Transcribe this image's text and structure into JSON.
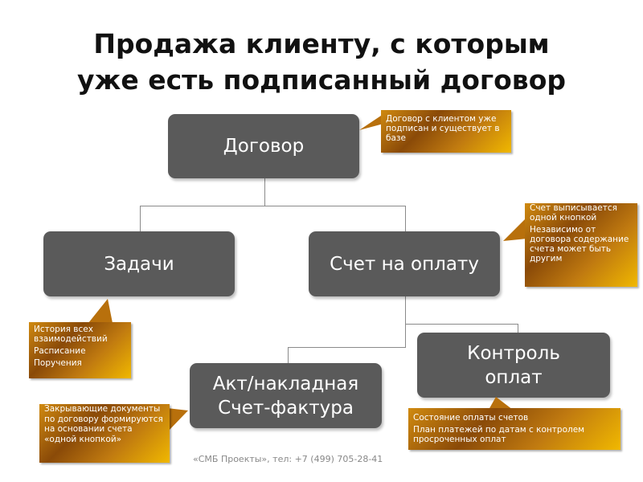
{
  "title": {
    "line1": "Продажа клиенту, с которым",
    "line2": "уже есть подписанный договор"
  },
  "boxes": {
    "contract": "Договор",
    "tasks": "Задачи",
    "invoice": "Счет на оплату",
    "act_line1": "Акт/накладная",
    "act_line2": "Счет-фактура",
    "control_line1": "Контроль",
    "control_line2": "оплат"
  },
  "callouts": {
    "contract": [
      "Договор с клиентом уже подписан и существует в базе"
    ],
    "invoice": [
      "Счет выписывается одной кнопкой",
      "Независимо от договора содержание счета может быть другим"
    ],
    "tasks": [
      "История всех взаимодействий",
      "Расписание",
      "Поручения"
    ],
    "act": [
      "Закрывающие документы по договору формируются на основании счета «одной кнопкой»"
    ],
    "control": [
      "Состояние оплаты счетов",
      "План платежей по датам с контролем просроченных оплат"
    ]
  },
  "footer": "«СМБ Проекты», тел: +7 (499) 705-28-41"
}
